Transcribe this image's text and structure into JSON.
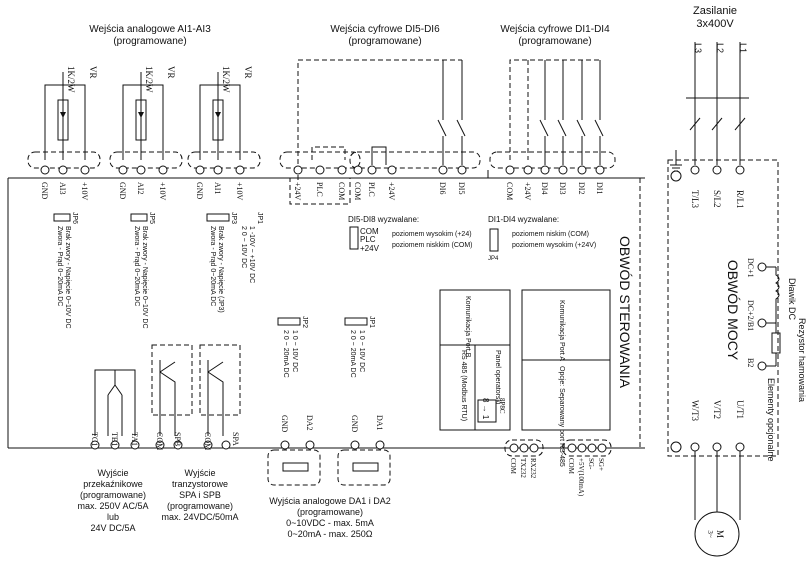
{
  "power_header": {
    "title": "Zasilanie",
    "voltage": "3x400V",
    "lines": [
      "L3",
      "L2",
      "L1"
    ]
  },
  "analog_inputs": {
    "title": "Wejścia analogowe AI1-AI3",
    "subtitle": "(programowane)",
    "pots": [
      {
        "vr": "VR",
        "value": "1K/2W"
      },
      {
        "vr": "VR",
        "value": "1K/2W"
      },
      {
        "vr": "VR",
        "value": "1K/2W"
      }
    ],
    "terminals": [
      "GND",
      "AI3",
      "+10V",
      "GND",
      "AI2",
      "+10V",
      "GND",
      "AI1",
      "+10V"
    ],
    "jumpers": [
      {
        "id": "JP6",
        "line1": "Brak zwory - Napięcie 0~10V DC",
        "line2": "Zwora - Prąd 0~20mA DC"
      },
      {
        "id": "JP5",
        "line1": "Brak zwory - Napięcie 0~10V DC",
        "line2": "Zwora - Prąd 0~20mA DC"
      },
      {
        "id": "JP3",
        "line1": "Brak zwory - Napięcie (JP3)",
        "line2": "Zwora - Prąd 0~20mA DC"
      }
    ],
    "jp1": {
      "id": "JP1",
      "opt1": "1 -10V ~ +10V DC",
      "opt2": "2 0 ~ 10V DC"
    }
  },
  "digital_inputs_56": {
    "title": "Wejścia cyfrowe DI5-DI6",
    "subtitle": "(programowane)",
    "terminals": [
      "+24V",
      "PLC",
      "COM",
      "COM",
      "PLC",
      "+24V",
      "DI6",
      "DI5"
    ],
    "trigger_title": "DI5-DI8 wyzwalane:",
    "jumper_pins": [
      "COM",
      "PLC",
      "+24V"
    ],
    "level_high": "poziomem wysokim (+24)",
    "level_low": "poziomem niskkim (COM)"
  },
  "digital_inputs_14": {
    "title": "Wejścia cyfrowe DI1-DI4",
    "subtitle": "(programowane)",
    "terminals": [
      "COM",
      "+24V",
      "DI4",
      "DI3",
      "DI2",
      "DI1"
    ],
    "trigger_title": "DI1-DI4 wyzwalane:",
    "level_low": "poziomem niskim (COM)",
    "level_high": "poziomem wysokim (+24V)",
    "jumper_id": "JP4"
  },
  "power_terminals": {
    "input": [
      "T/L3",
      "S/L2",
      "R/L1"
    ],
    "output": [
      "W/T3",
      "V/T2",
      "U/T1"
    ]
  },
  "dc_bus": {
    "terminals": [
      "DC+1",
      "DC+2/B1",
      "B2"
    ],
    "choke": "Dławik DC",
    "resistor": "Rezystor hamowania",
    "optional": "Elementy opcjonalne"
  },
  "sections": {
    "control": "OBWÓD STEROWANIA",
    "power": "OBWÓD MOCY"
  },
  "comm_b": {
    "title": "Komunikacja Port B",
    "rs485": "RS 485 (Modbus RTU)",
    "panel": "Panel operatorski",
    "rj": "8P8C",
    "pins": "8 → 1"
  },
  "comm_a": {
    "title": "Komunikacja Port A",
    "options": "Opcje: Separowany port RS-485"
  },
  "comm_terminals": {
    "rs232": [
      "COM",
      "TX232",
      "RX232"
    ],
    "rs485": [
      "COM",
      "+5V(100mA)",
      "SG-",
      "SG+"
    ]
  },
  "relay_output": {
    "title": "Wyjście przekaźnikowe",
    "lines": [
      "Wyjście",
      "przekaźnikowe",
      "(programowane)",
      "max. 250V AC/5A",
      "lub",
      "24V DC/5A"
    ],
    "terminals": [
      "TC1",
      "TB1",
      "TA1"
    ]
  },
  "transistor_output": {
    "lines": [
      "Wyjście",
      "tranzystorowe",
      "SPA i SPB",
      "(programowane)",
      "max. 24VDC/50mA"
    ],
    "terminals": [
      "COM",
      "SPB",
      "COM",
      "SPA"
    ]
  },
  "analog_outputs": {
    "lines": [
      "Wyjścia analogowe DA1 i DA2",
      "(programowane)",
      "0~10VDC - max. 5mA",
      "0~20mA - max. 250Ω"
    ],
    "terminals": [
      "GND",
      "DA2",
      "GND",
      "DA1"
    ],
    "jumpers": [
      {
        "id": "JP2",
        "opt1": "1 0 ~ 10V DC",
        "opt2": "2 0 ~ 20mA DC"
      },
      {
        "id": "JP1",
        "opt1": "1 0 ~ 10V DC",
        "opt2": "2 0 ~ 20mA DC"
      }
    ]
  },
  "motor": {
    "label": "M",
    "sub": "3~"
  }
}
